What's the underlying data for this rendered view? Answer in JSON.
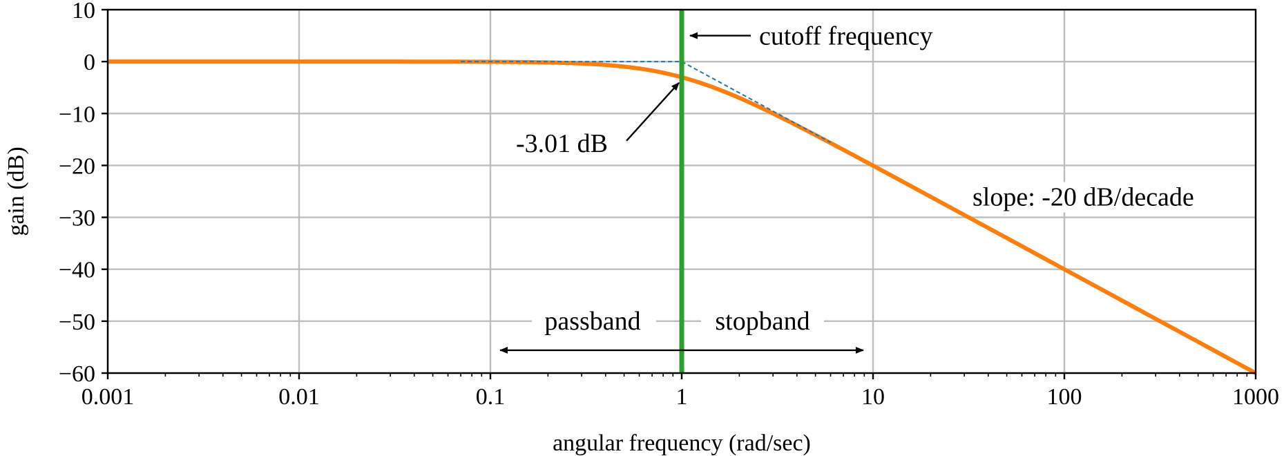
{
  "chart_data": {
    "type": "line",
    "xscale": "log",
    "xlim": [
      0.001,
      1000
    ],
    "ylim": [
      -60,
      10
    ],
    "xlabel": "angular frequency (rad/sec)",
    "ylabel": "gain (dB)",
    "grid": true,
    "x_ticks": [
      0.001,
      0.01,
      0.1,
      1,
      10,
      100,
      1000
    ],
    "x_tick_labels": [
      "0.001",
      "0.01",
      "0.1",
      "1",
      "10",
      "100",
      "1000"
    ],
    "y_ticks": [
      10,
      0,
      -10,
      -20,
      -30,
      -40,
      -50,
      -60
    ],
    "y_tick_labels": [
      "10",
      "0",
      "−10",
      "−20",
      "−30",
      "−40",
      "−50",
      "−60"
    ],
    "series": [
      {
        "role": "magnitude response",
        "color": "#ff7f0e",
        "style": "solid",
        "x": [
          0.001,
          0.01,
          0.05,
          0.1,
          0.2,
          0.3,
          0.5,
          0.7,
          1,
          1.5,
          2,
          3,
          5,
          7,
          10,
          20,
          50,
          100,
          200,
          500,
          1000
        ],
        "y": [
          0,
          0,
          -0.01,
          -0.04,
          -0.17,
          -0.37,
          -0.97,
          -1.71,
          -3.01,
          -5.12,
          -6.99,
          -10.0,
          -14.15,
          -17.0,
          -20.04,
          -26.02,
          -33.98,
          -40.0,
          -46.02,
          -53.98,
          -60.0
        ]
      },
      {
        "role": "asymptotic approximation",
        "color": "#1f77b4",
        "style": "dashed",
        "x": [
          0.07,
          1,
          6
        ],
        "y": [
          0,
          0,
          -15.56
        ]
      }
    ],
    "vlines": [
      {
        "x": 1,
        "color": "#2ca02c"
      }
    ],
    "annotations": {
      "cutoff": {
        "text": "cutoff frequency",
        "arrow_to": [
          1,
          5
        ]
      },
      "minus3db": {
        "text": "-3.01 dB",
        "arrow_to": [
          1,
          -3.01
        ]
      },
      "slope": {
        "text": "slope: -20 dB/decade"
      },
      "passband": {
        "text": "passband",
        "span": [
          0.1,
          1
        ]
      },
      "stopband": {
        "text": "stopband",
        "span": [
          1,
          10
        ]
      }
    }
  }
}
